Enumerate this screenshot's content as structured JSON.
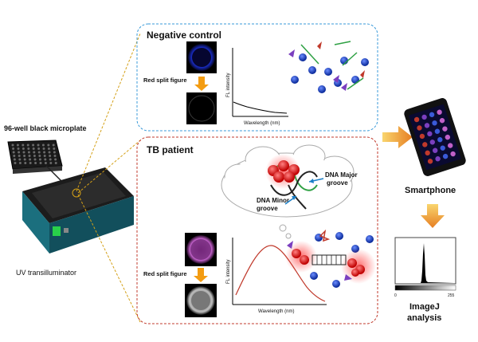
{
  "labels": {
    "microplate": "96-well black microplate",
    "transilluminator": "UV transilluminator",
    "smartphone": "Smartphone",
    "imagej_line1": "ImageJ",
    "imagej_line2": "analysis"
  },
  "negative_panel": {
    "title": "Negative control",
    "split_label": "Red split figure",
    "y_axis": "FL intensity",
    "x_axis": "Wavelength (nm)"
  },
  "tb_panel": {
    "title": "TB patient",
    "major_groove_line1": "DNA Major",
    "major_groove_line2": "groove",
    "minor_groove_line1": "DNA Minor",
    "minor_groove_line2": "groove",
    "split_label": "Red split figure",
    "y_axis": "FL intensity",
    "x_axis": "Wavelength (nm)"
  },
  "histogram": {
    "min_tick": "0",
    "max_tick": "255"
  },
  "colors": {
    "negative_border": "#3a9ad9",
    "tb_border": "#c0392b",
    "arrow_orange": "#f39c12",
    "connector_yellow": "#d4a017",
    "tb_curve": "#c0392b",
    "ion_blue": "#1a3fb0"
  }
}
